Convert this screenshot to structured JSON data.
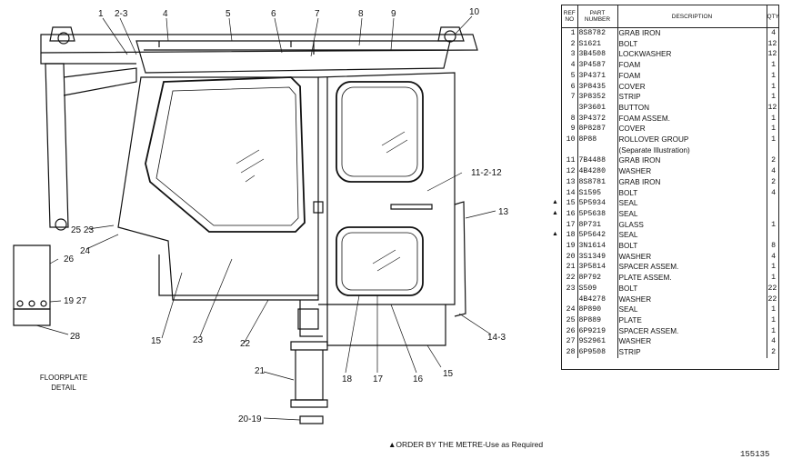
{
  "callouts": [
    "1",
    "2-3",
    "4",
    "5",
    "6",
    "7",
    "8",
    "9",
    "10",
    "11-2-12",
    "13",
    "14-3",
    "15",
    "16",
    "17",
    "18",
    "21",
    "20-19",
    "22",
    "23",
    "24",
    "25 23",
    "26",
    "19 27",
    "28",
    "15"
  ],
  "floorplate_label": [
    "FLOORPLATE",
    "DETAIL"
  ],
  "footnote": "▲ORDER BY THE METRE-Use as Required",
  "drawing_number": "155135",
  "marker_symbol": "▲",
  "table": {
    "headers": {
      "ref": [
        "REF",
        "NO"
      ],
      "part": [
        "PART",
        "NUMBER"
      ],
      "description": "DESCRIPTION",
      "qty": "QTY"
    },
    "rows": [
      {
        "ref": "1",
        "part": "8S8782",
        "desc": "GRAB IRON",
        "qty": "4",
        "marker": false
      },
      {
        "ref": "2",
        "part": "S1621",
        "desc": "BOLT",
        "qty": "12",
        "marker": false
      },
      {
        "ref": "3",
        "part": "3B4508",
        "desc": "LOCKWASHER",
        "qty": "12",
        "marker": false
      },
      {
        "ref": "4",
        "part": "3P4587",
        "desc": "FOAM",
        "qty": "1",
        "marker": false
      },
      {
        "ref": "5",
        "part": "3P4371",
        "desc": "FOAM",
        "qty": "1",
        "marker": false
      },
      {
        "ref": "6",
        "part": "3P8435",
        "desc": "COVER",
        "qty": "1",
        "marker": false
      },
      {
        "ref": "7",
        "part": "3P8352",
        "desc": "STRIP",
        "qty": "1",
        "marker": false
      },
      {
        "ref": "",
        "part": "3P3601",
        "desc": "BUTTON",
        "qty": "12",
        "marker": false
      },
      {
        "ref": "8",
        "part": "3P4372",
        "desc": "FOAM ASSEM.",
        "qty": "1",
        "marker": false
      },
      {
        "ref": "9",
        "part": "8P8287",
        "desc": "COVER",
        "qty": "1",
        "marker": false
      },
      {
        "ref": "10",
        "part": "8P88",
        "desc": "ROLLOVER GROUP",
        "qty": "1",
        "marker": false
      },
      {
        "ref": "",
        "part": "",
        "desc": "(Separate Illustration)",
        "qty": "",
        "marker": false
      },
      {
        "ref": "11",
        "part": "7B4488",
        "desc": "GRAB IRON",
        "qty": "2",
        "marker": false
      },
      {
        "ref": "12",
        "part": "4B4280",
        "desc": "WASHER",
        "qty": "4",
        "marker": false
      },
      {
        "ref": "13",
        "part": "8S8781",
        "desc": "GRAB IRON",
        "qty": "2",
        "marker": false
      },
      {
        "ref": "14",
        "part": "S1595",
        "desc": "BOLT",
        "qty": "4",
        "marker": false
      },
      {
        "ref": "15",
        "part": "5P5934",
        "desc": "SEAL",
        "qty": "",
        "marker": true
      },
      {
        "ref": "16",
        "part": "5P5638",
        "desc": "SEAL",
        "qty": "",
        "marker": true
      },
      {
        "ref": "17",
        "part": "8P731",
        "desc": "GLASS",
        "qty": "1",
        "marker": false
      },
      {
        "ref": "18",
        "part": "5P5642",
        "desc": "SEAL",
        "qty": "",
        "marker": true
      },
      {
        "ref": "19",
        "part": "3N1614",
        "desc": "BOLT",
        "qty": "8",
        "marker": false
      },
      {
        "ref": "20",
        "part": "3S1349",
        "desc": "WASHER",
        "qty": "4",
        "marker": false
      },
      {
        "ref": "21",
        "part": "3P5814",
        "desc": "SPACER ASSEM.",
        "qty": "1",
        "marker": false
      },
      {
        "ref": "22",
        "part": "8P792",
        "desc": "PLATE ASSEM.",
        "qty": "1",
        "marker": false
      },
      {
        "ref": "23",
        "part": "S509",
        "desc": "BOLT",
        "qty": "22",
        "marker": false
      },
      {
        "ref": "",
        "part": "4B4278",
        "desc": "WASHER",
        "qty": "22",
        "marker": false
      },
      {
        "ref": "24",
        "part": "8P890",
        "desc": "SEAL",
        "qty": "1",
        "marker": false
      },
      {
        "ref": "25",
        "part": "8P889",
        "desc": "PLATE",
        "qty": "1",
        "marker": false
      },
      {
        "ref": "26",
        "part": "6P9219",
        "desc": "SPACER ASSEM.",
        "qty": "1",
        "marker": false
      },
      {
        "ref": "27",
        "part": "9S2961",
        "desc": "WASHER",
        "qty": "4",
        "marker": false
      },
      {
        "ref": "28",
        "part": "6P9508",
        "desc": "STRIP",
        "qty": "2",
        "marker": false
      }
    ]
  }
}
